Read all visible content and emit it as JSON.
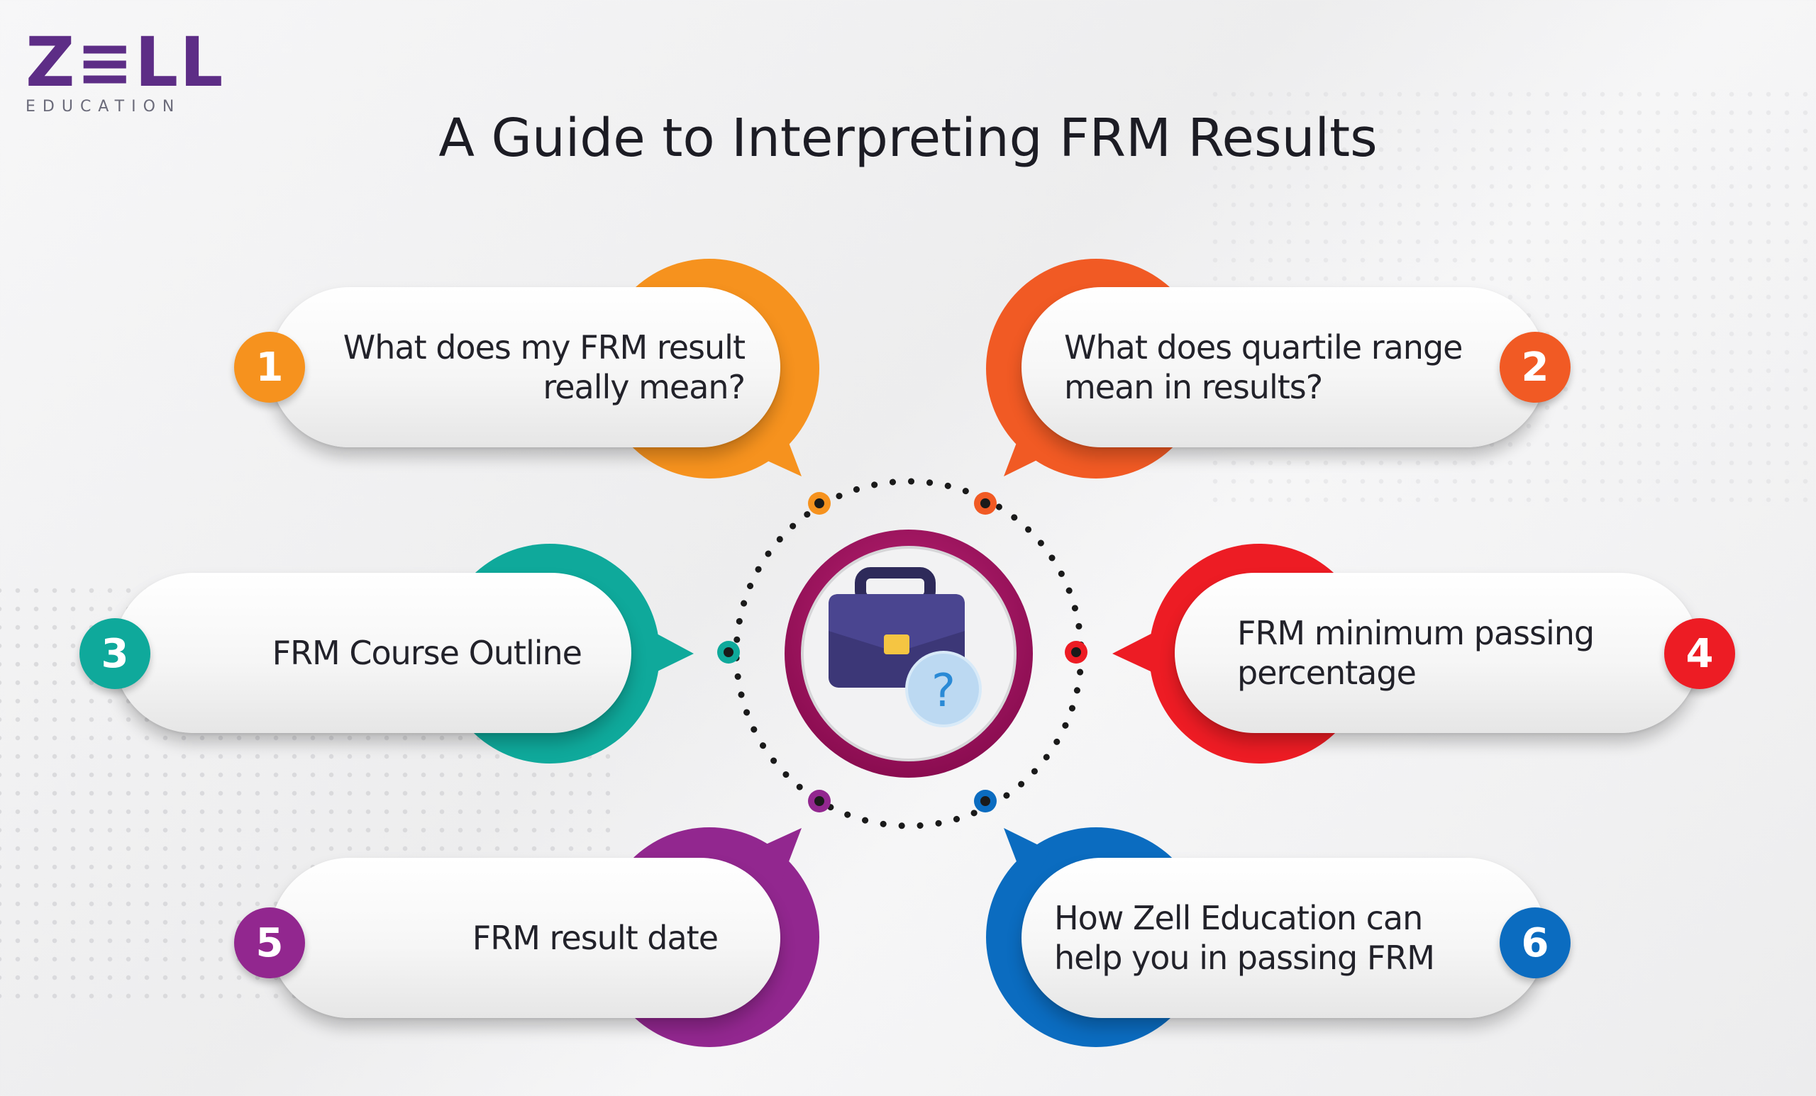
{
  "logo": {
    "mark": "Z≡LL",
    "sub": "EDUCATION"
  },
  "title": "A Guide to Interpreting FRM Results",
  "items": [
    {
      "num": "1",
      "line1": "What does my FRM result",
      "line2": "really mean?",
      "color": "#f6921e"
    },
    {
      "num": "2",
      "line1": "What does quartile range",
      "line2": "mean in results?",
      "color": "#f15a24"
    },
    {
      "num": "3",
      "line1": "FRM Course Outline",
      "line2": "",
      "color": "#0fa99b"
    },
    {
      "num": "4",
      "line1": "FRM minimum passing",
      "line2": "percentage",
      "color": "#ed1c24"
    },
    {
      "num": "5",
      "line1": "FRM result date",
      "line2": "",
      "color": "#92278f"
    },
    {
      "num": "6",
      "line1": "How Zell Education can",
      "line2": "help you in passing FRM",
      "color": "#0b6cc0"
    }
  ],
  "center": {
    "ring_color": "#a0115f",
    "icon": "briefcase-question-icon"
  }
}
